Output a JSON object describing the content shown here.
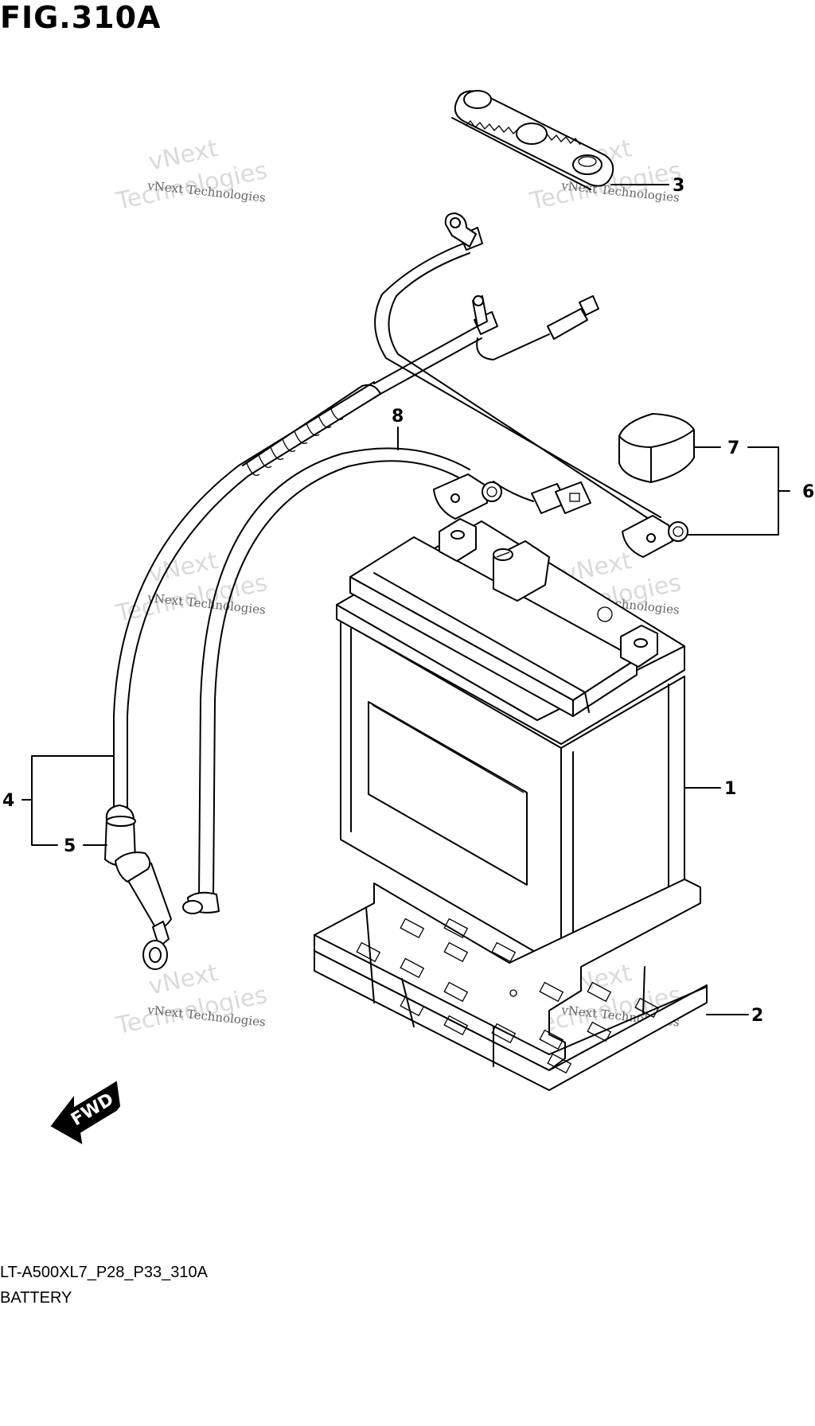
{
  "figure": {
    "title": "FIG.310A",
    "model_code": "LT-A500XL7_P28_P33_310A",
    "caption": "BATTERY"
  },
  "callouts": [
    {
      "id": "1",
      "label": "1"
    },
    {
      "id": "2",
      "label": "2"
    },
    {
      "id": "3",
      "label": "3"
    },
    {
      "id": "4",
      "label": "4"
    },
    {
      "id": "5",
      "label": "5"
    },
    {
      "id": "6",
      "label": "6"
    },
    {
      "id": "7",
      "label": "7"
    },
    {
      "id": "8",
      "label": "8"
    }
  ],
  "watermark": {
    "line1": "vNext Technologies",
    "line2": "vNext",
    "line3": "Technologies"
  },
  "direction_arrow": {
    "label": "FWD"
  }
}
